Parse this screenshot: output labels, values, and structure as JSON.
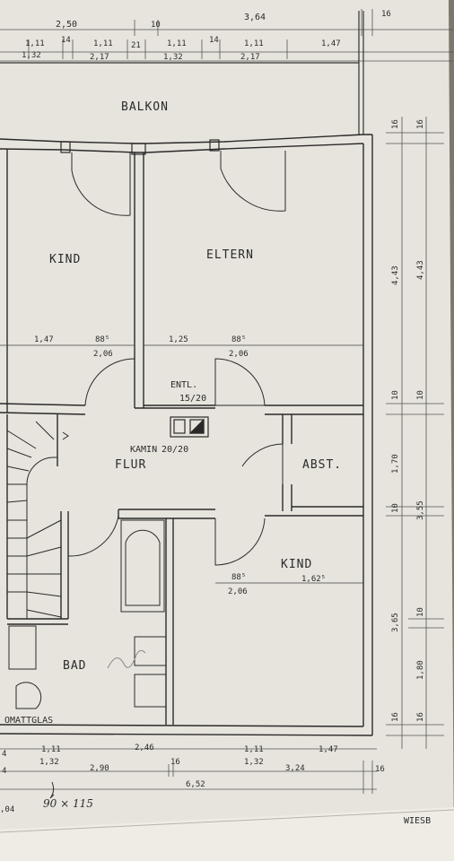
{
  "rooms": {
    "balkon": "BALKON",
    "kind_left": "KIND",
    "eltern": "ELTERN",
    "flur": "FLUR",
    "abst": "ABST.",
    "kind_lower": "KIND",
    "bad": "BAD"
  },
  "annotations": {
    "entl": "ENTL.",
    "entl_size": "15/20",
    "kamin": "KAMIN",
    "kamin_size": "20/20",
    "window_glass": "OMATTGLAS",
    "window_size": "90 × 115",
    "corner": "WIESB"
  },
  "dims_top": {
    "d1": "2,50",
    "d2": "10",
    "d3": "3,64",
    "d4": "16",
    "r1": "1,11",
    "r2": "14",
    "r3": "1,11",
    "r4": "21",
    "r5": "1,11",
    "r6": "14",
    "r7": "1,11",
    "r8": "1,47",
    "s1": "1,32",
    "s2": "2,17",
    "s3": "1,32",
    "s4": "2,17"
  },
  "dims_inner": {
    "k1": "1,47",
    "k2": "88⁵",
    "k3": "2,06",
    "e1": "1,25",
    "e2": "88⁵",
    "e3": "2,06",
    "kl1": "88⁵",
    "kl2": "2,06",
    "kl3": "1,62⁵"
  },
  "dims_right": {
    "a1": "16",
    "a2": "4,43",
    "a3": "10",
    "a4": "1,70",
    "a5": "10",
    "a6": "3,65",
    "a7": "16",
    "b1": "16",
    "b2": "4,43",
    "b3": "10",
    "b4": "3,55",
    "b5": "10",
    "b6": "1,80",
    "b7": "16"
  },
  "dims_bottom": {
    "c1": "4",
    "c2": "1,11",
    "c3": "2,46",
    "c4": "1,11",
    "c5": "1,47",
    "c6": "1,32",
    "c7": "2,90",
    "c8": "16",
    "c9": "1,32",
    "c10": "3,24",
    "c11": "16",
    "total": "6,52",
    "left_small": "4",
    "left_small2": ",04"
  }
}
